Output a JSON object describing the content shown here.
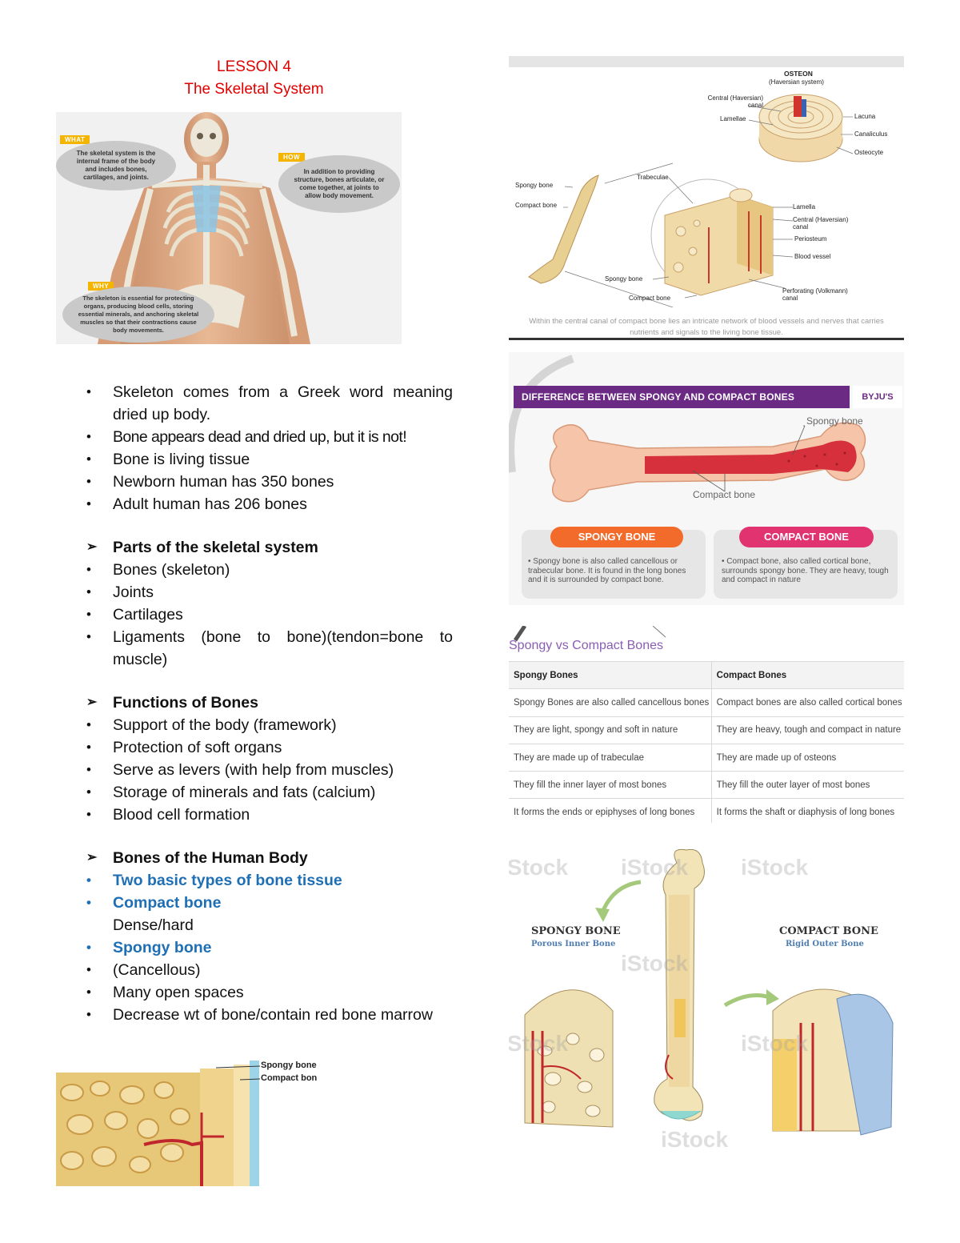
{
  "lesson": {
    "number": "LESSON 4",
    "title": "The Skeletal System"
  },
  "skeleton_figure": {
    "what_tag": "WHAT",
    "what_text": "The skeletal system is the internal frame of the body and includes bones, cartilages, and joints.",
    "how_tag": "HOW",
    "how_text": "In addition to providing structure, bones articulate, or come together, at joints to allow body movement.",
    "why_tag": "WHY",
    "why_text": "The skeleton is essential for protecting organs, producing blood cells, storing essential minerals, and anchoring skeletal muscles so that their contractions cause body movements."
  },
  "intro_bullets": [
    "Skeleton comes from a Greek word meaning dried up body.",
    "Bone appears dead and dried up, but it is not!",
    "Bone is living tissue",
    "Newborn human has 350 bones",
    "Adult human has 206 bones"
  ],
  "parts": {
    "heading": "Parts of the skeletal system",
    "items": [
      "Bones (skeleton)",
      "Joints",
      "Cartilages",
      "Ligaments (bone to bone)(tendon=bone to muscle)"
    ]
  },
  "functions": {
    "heading": "Functions of Bones",
    "items": [
      "Support of the body (framework)",
      "Protection of soft organs",
      "Serve as levers (with help from muscles)",
      "Storage of minerals and fats (calcium)",
      "Blood cell formation"
    ]
  },
  "bones_body": {
    "heading": "Bones of the Human Body",
    "two_types": "Two basic types of bone tissue",
    "compact": "Compact bone",
    "dense": "Dense/hard",
    "spongy": "Spongy bone",
    "items": [
      "(Cancellous)",
      "Many open spaces",
      "Decrease wt of bone/contain red bone marrow"
    ]
  },
  "layers_figure": {
    "spongy_label": "Spongy bone",
    "compact_label": "Compact bon"
  },
  "osteon_figure": {
    "title": "OSTEON",
    "subtitle": "(Haversian system)",
    "labels": {
      "central_canal": "Central (Haversian) canal",
      "lamellae": "Lamellae",
      "lacuna": "Lacuna",
      "canaliculus": "Canaliculus",
      "osteocyte": "Osteocyte",
      "spongy_bone": "Spongy bone",
      "compact_bone": "Compact bone",
      "trabeculae": "Trabeculae",
      "lamella": "Lamella",
      "central_canal_2": "Central (Haversian) canal",
      "periosteum": "Periosteum",
      "blood_vessel": "Blood vessel",
      "spongy_bone_2": "Spongy bone",
      "compact_bone_2": "Compact bone",
      "perforating": "Perforating (Volkmann) canal"
    },
    "caption": "Within the central canal of compact bone lies an intricate network of blood vessels and nerves that carries nutrients and signals to the living bone tissue."
  },
  "byjus_figure": {
    "banner": "DIFFERENCE BETWEEN SPONGY AND COMPACT BONES",
    "logo": "BYJU'S",
    "spongy_label": "Spongy bone",
    "compact_label": "Compact bone",
    "spongy_pill": "SPONGY BONE",
    "compact_pill": "COMPACT BONE",
    "spongy_text": "• Spongy bone is also called cancellous or trabecular bone. It is found in the long bones and it is surrounded by compact bone.",
    "compact_text": "• Compact bone, also called cortical bone, surrounds spongy bone. They are heavy, tough and compact in nature"
  },
  "compare_table": {
    "title": "Spongy vs Compact Bones",
    "headers": [
      "Spongy Bones",
      "Compact Bones"
    ],
    "rows": [
      [
        "Spongy Bones are also called cancellous bones",
        "Compact bones are also called cortical bones"
      ],
      [
        "They are light, spongy and soft in nature",
        "They are heavy, tough and compact in nature"
      ],
      [
        "They are made up of trabeculae",
        "They are made up of osteons"
      ],
      [
        "They fill the inner layer of most bones",
        "They fill the outer layer of most bones"
      ],
      [
        "It forms the ends or epiphyses of long bones",
        "It forms the shaft or diaphysis of long bones"
      ]
    ]
  },
  "istock_figure": {
    "spongy_title": "SPONGY BONE",
    "spongy_sub": "Porous Inner Bone",
    "compact_title": "COMPACT BONE",
    "compact_sub": "Rigid Outer Bone",
    "watermark": "iStock"
  },
  "colors": {
    "title_red": "#e00000",
    "link_blue": "#1f6fb5",
    "byjus_purple": "#6b2a83",
    "spongy_orange": "#f26b2a",
    "compact_pink": "#e0336f",
    "table_title_purple": "#8a5db5"
  }
}
